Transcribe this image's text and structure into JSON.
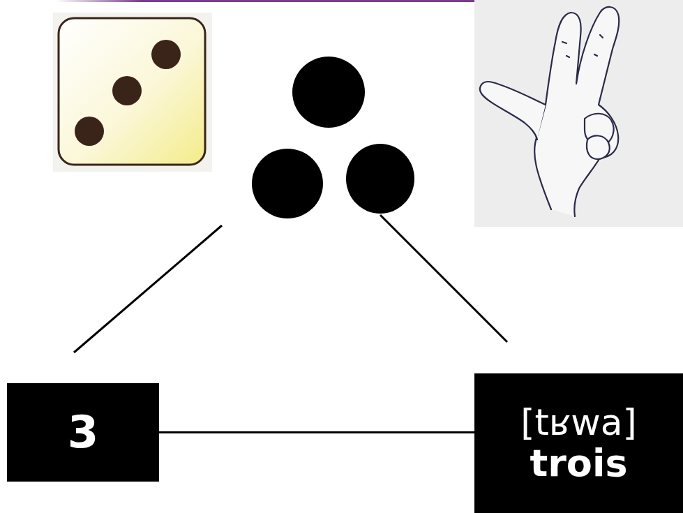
{
  "diagram": {
    "nodes": [
      {
        "text": [
          "3"
        ]
      },
      {
        "text": [
          "[tʁwa]",
          "trois"
        ]
      }
    ],
    "edges": [
      {
        "from": 0,
        "to": 1,
        "arrow": "none"
      }
    ]
  }
}
